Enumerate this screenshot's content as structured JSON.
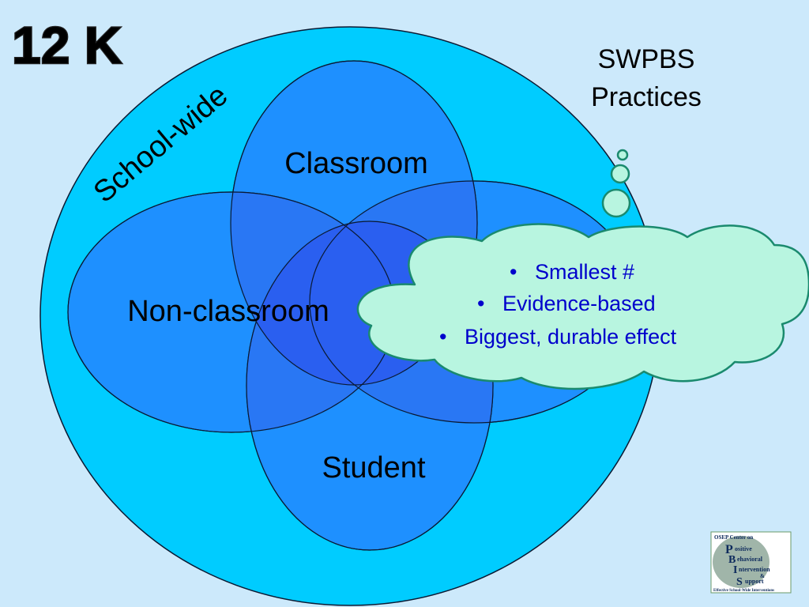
{
  "slide": {
    "title": "12 K",
    "swpbs_line1": "SWPBS",
    "swpbs_line2": "Practices"
  },
  "diagram": {
    "outer_label": "School-wide",
    "regions": {
      "classroom": "Classroom",
      "non_classroom": "Non-classroom",
      "student": "Student"
    }
  },
  "cloud": {
    "bullets": [
      "Smallest #",
      "Evidence-based",
      "Biggest, durable effect"
    ],
    "text_color": "#0000cc"
  },
  "logo": {
    "top_line": "OSEP Center on",
    "letters": [
      "P",
      "B",
      "I",
      "S"
    ],
    "words": [
      "ositive",
      "ehavioral",
      "ntervention",
      "upport"
    ],
    "ampersand": "&",
    "bottom_line": "Effective School-Wide Interventions"
  },
  "colors": {
    "background": "#cce9fb",
    "outer_circle": "#00ccff",
    "ellipse_fill": "#1e90ff",
    "cloud_fill": "#b8f5e0",
    "cloud_stroke": "#1a8a6e"
  }
}
